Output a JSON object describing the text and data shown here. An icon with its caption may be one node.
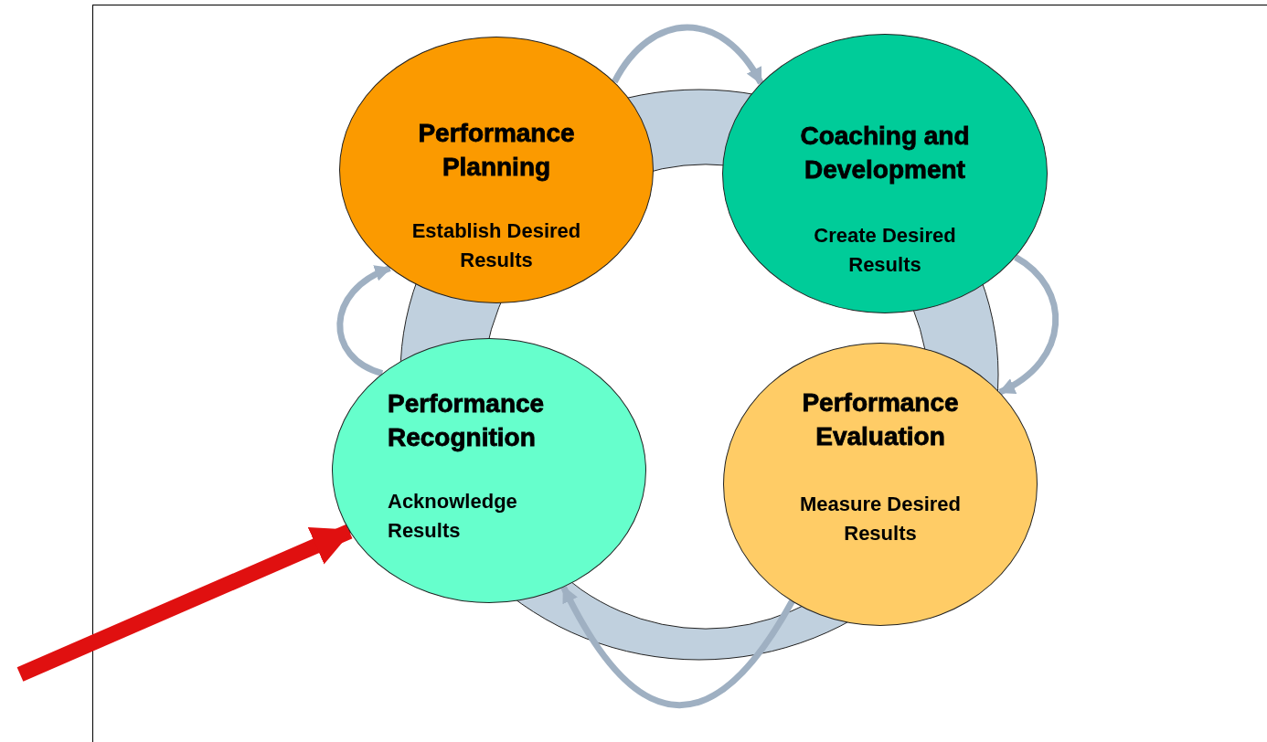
{
  "diagram": {
    "nodes": [
      {
        "text": [
          "Performance Planning",
          "Establish Desired Results"
        ]
      },
      {
        "text": [
          "Coaching and Development",
          "Create Desired Results"
        ]
      },
      {
        "text": [
          "Performance Recognition",
          "Acknowledge Results"
        ]
      },
      {
        "text": [
          "Performance Evaluation",
          "Measure Desired Results"
        ]
      }
    ],
    "edges": [
      {
        "from": 0,
        "to": 1,
        "arrow": "to"
      },
      {
        "from": 1,
        "to": 3,
        "arrow": "to"
      },
      {
        "from": 3,
        "to": 2,
        "arrow": "to"
      },
      {
        "from": 2,
        "to": 0,
        "arrow": "to"
      },
      {
        "from": null,
        "to": 2,
        "arrow": "to",
        "style": "thick",
        "color": "#e01010"
      }
    ]
  }
}
